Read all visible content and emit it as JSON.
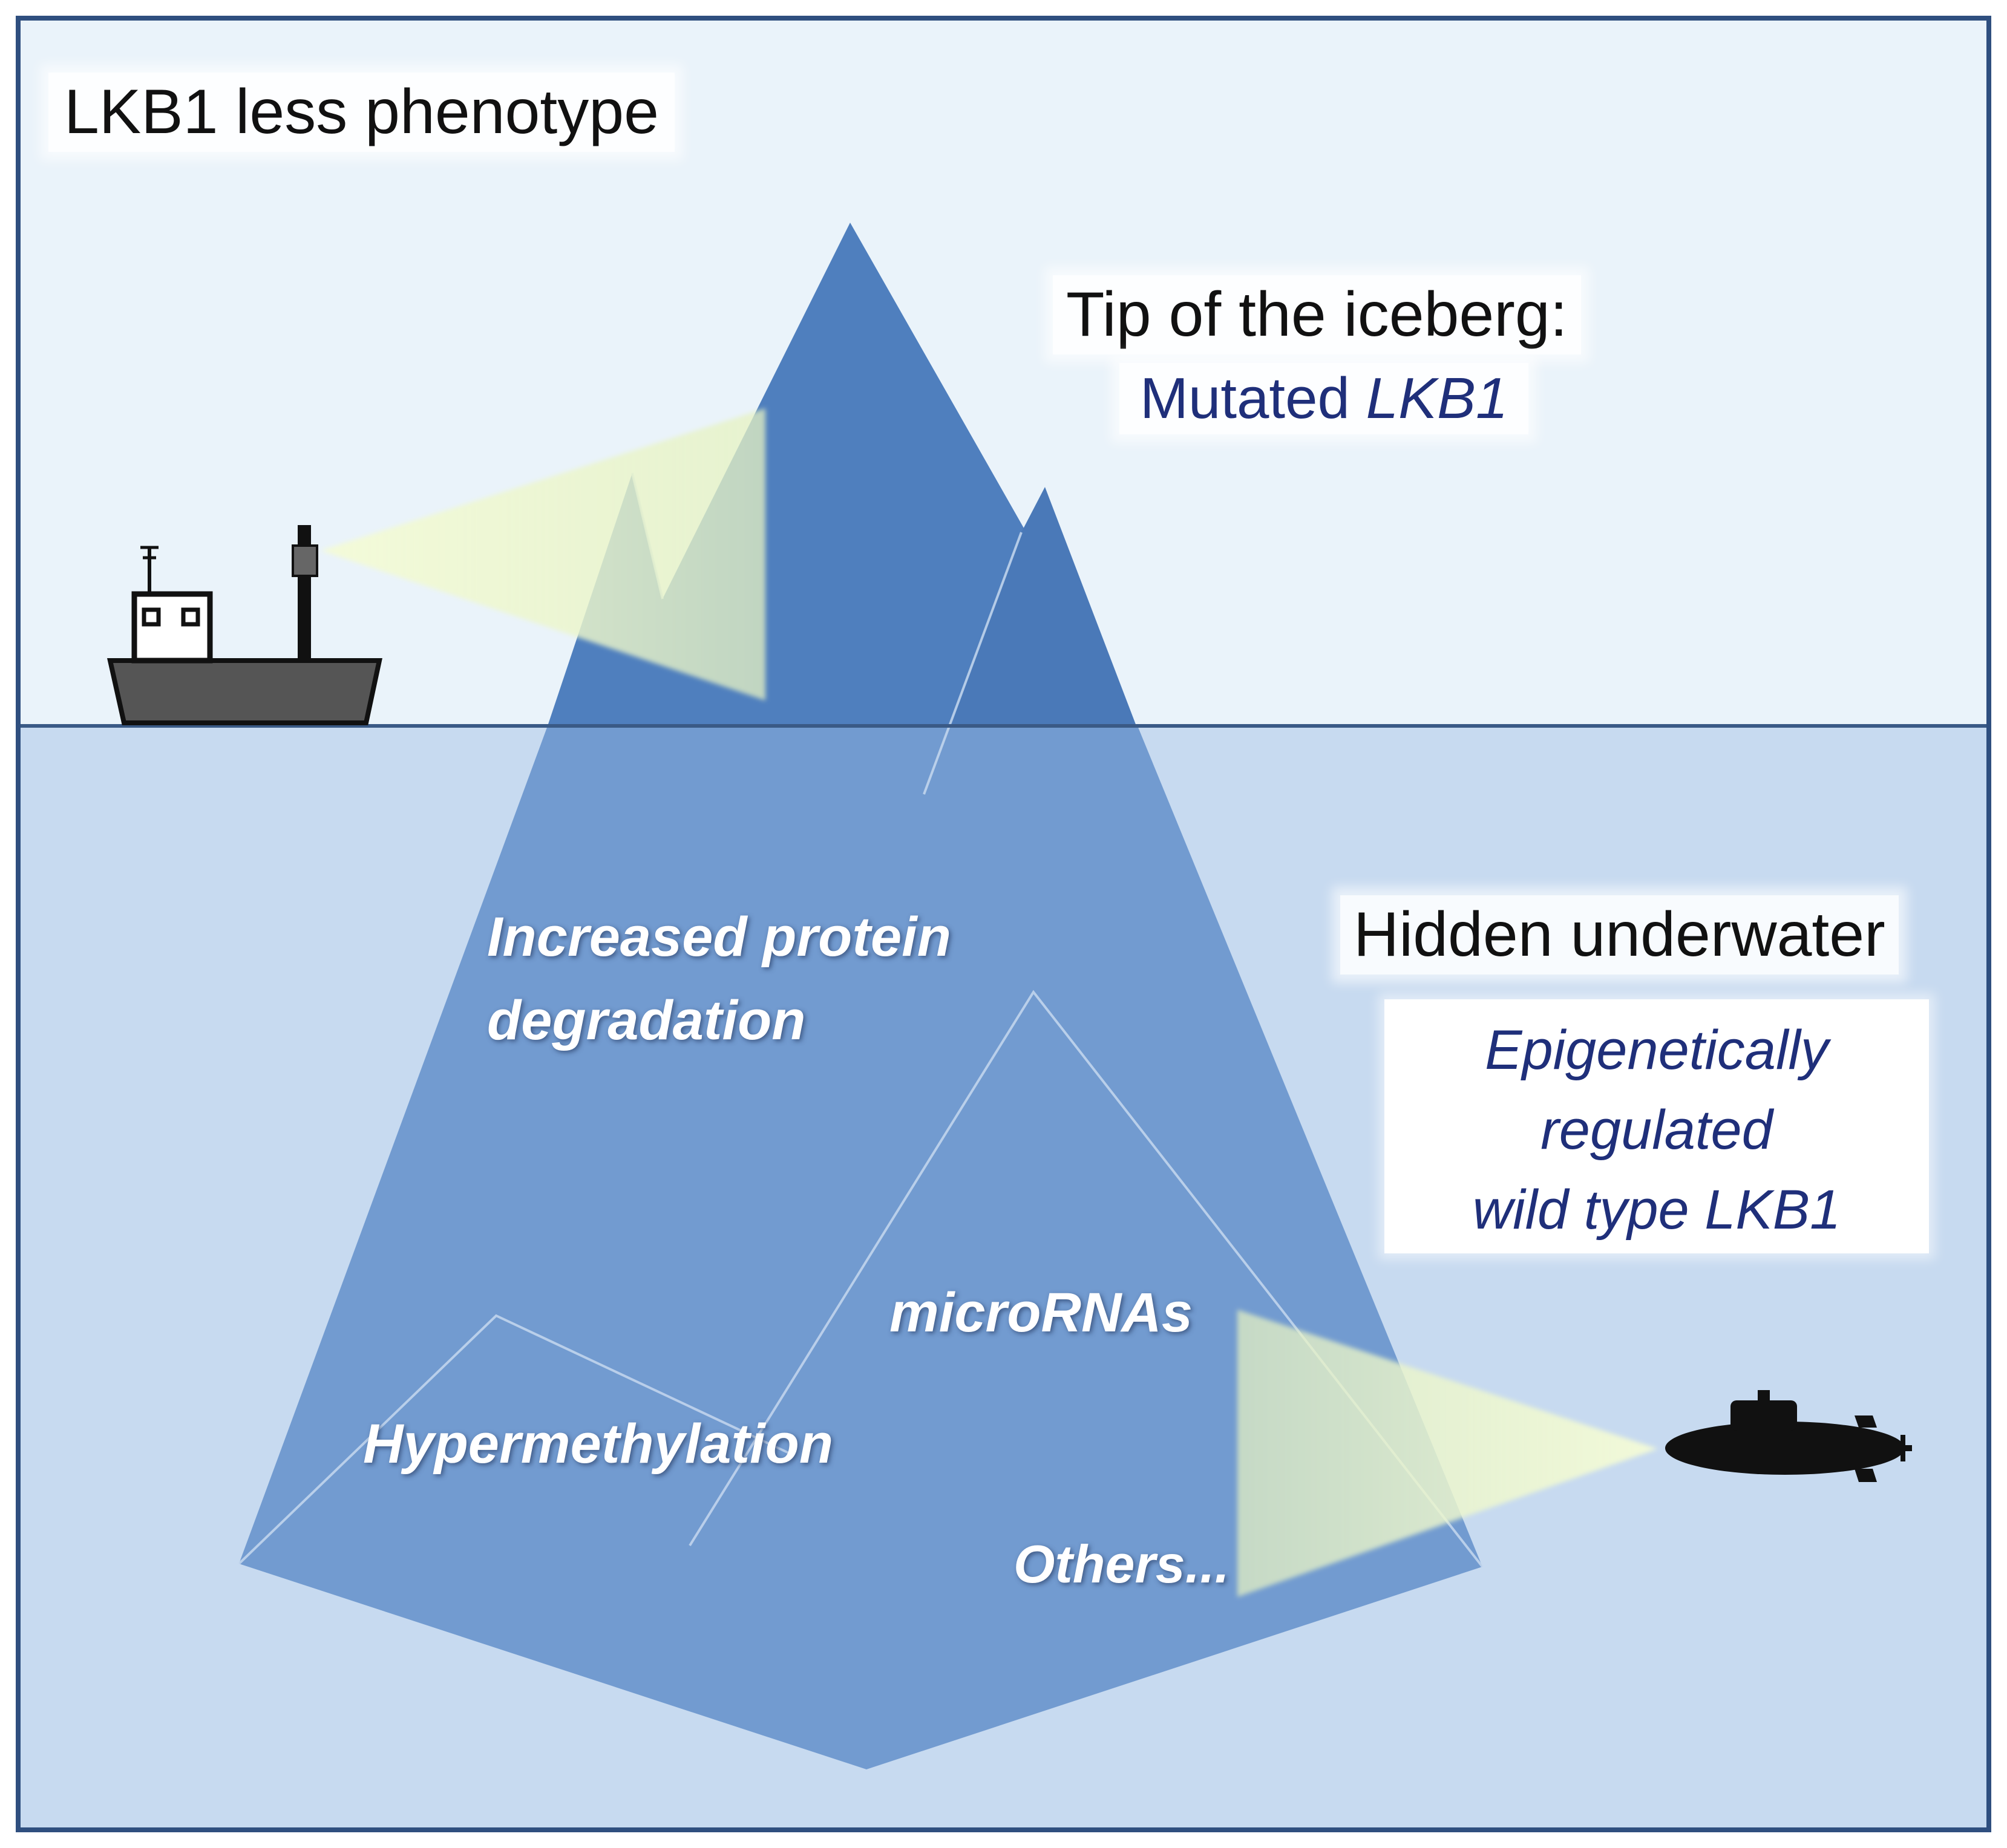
{
  "header": {
    "title": "LKB1 less phenotype"
  },
  "tip": {
    "title": "Tip of the iceberg:",
    "subtitle_plain": "Mutated ",
    "subtitle_italic": "LKB1"
  },
  "hidden": {
    "title": "Hidden underwater",
    "lines": [
      "Epigenetically",
      "regulated",
      "wild type LKB1"
    ]
  },
  "iceberg_labels": {
    "protein_line1": "Increased protein",
    "protein_line2": "degradation",
    "micrornas": "microRNAs",
    "hypermethylation": "Hypermethylation",
    "others": "Others..."
  },
  "icons": [
    "ship-icon",
    "submarine-icon",
    "searchlight-beam-icon",
    "iceberg-icon"
  ],
  "colors": {
    "sky": "#eaf3fa",
    "water": "#c7daf0",
    "iceberg_top": "#4f7fbe",
    "iceberg_bottom": "#729bd0",
    "border": "#2f4f7f",
    "beam": "#eef8c8",
    "ship": "#555555",
    "submarine": "#111111"
  }
}
